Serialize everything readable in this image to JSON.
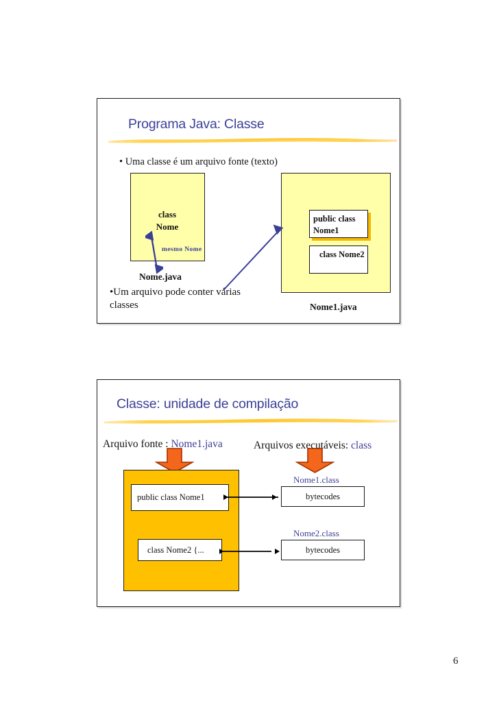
{
  "document": {
    "page_number": "6",
    "colors": {
      "title_blue": "#3b3f96",
      "brush_yellow": "#ffc832",
      "pale_yellow": "#ffffaa",
      "gold": "#ffc000",
      "orange_arrow": "#f4661b",
      "orange_arrow_outline": "#a33000"
    }
  },
  "slide1": {
    "title": "Programa Java: Classe",
    "bullet1": "• Uma classe é um arquivo fonte (texto)",
    "bullet2": "•Um arquivo pode conter várias classes",
    "left_box": {
      "class_label": "class Nome",
      "arrow_label": "mesmo Nome",
      "file_label": "Nome.java"
    },
    "right_box": {
      "inner_box_1": "public class Nome1",
      "inner_box_2": "class Nome2",
      "file_label": "Nome1.java"
    }
  },
  "slide2": {
    "title": "Classe: unidade de compilação",
    "label_source_prefix": "Arquivo fonte : ",
    "label_source_file": "Nome1.java",
    "label_exec_prefix": "Arquivos executáveis: ",
    "label_exec_ext": "class",
    "source_box": {
      "code_1": "public class Nome1",
      "code_2": "class Nome2 {..."
    },
    "outputs": [
      {
        "name": "Nome1.class",
        "content": "bytecodes"
      },
      {
        "name": "Nome2.class",
        "content": "bytecodes"
      }
    ]
  }
}
